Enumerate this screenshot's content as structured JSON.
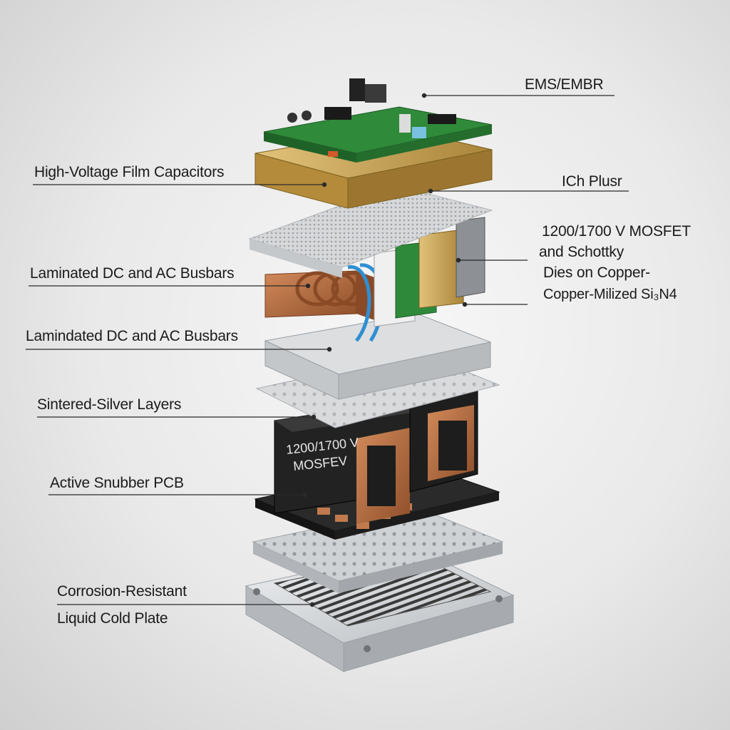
{
  "diagram": {
    "labels_left": {
      "film_capacitors": "High-Voltage Film Capacitors",
      "busbars_1": "Laminated DC and AC Busbars",
      "busbars_2": "Lamindated DC and AC Busbars",
      "sintered_silver": "Sintered-Silver Layers",
      "snubber_pcb": "Active Snubber PCB",
      "cold_plate_line1": "Corrosion-Resistant",
      "cold_plate_line2": "Liquid Cold Plate"
    },
    "labels_right": {
      "ems": "EMS/EMBR",
      "ich": "ICh Plusr",
      "mosfet_line1": "1200/1700 V MOSFET",
      "mosfet_line2": "and Schottky",
      "mosfet_line3": "Dies on Copper-",
      "mosfet_line4": "Copper-Milized Si₃N4"
    },
    "module_text": {
      "line1": "1200/1700 V",
      "line2": "MOSFEV"
    }
  },
  "colors": {
    "pcb_green": "#2f8a3a",
    "gold": "#c9a24a",
    "copper": "#b5673b",
    "aluminum": "#c9cccf",
    "module_black": "#1f1f1f"
  }
}
